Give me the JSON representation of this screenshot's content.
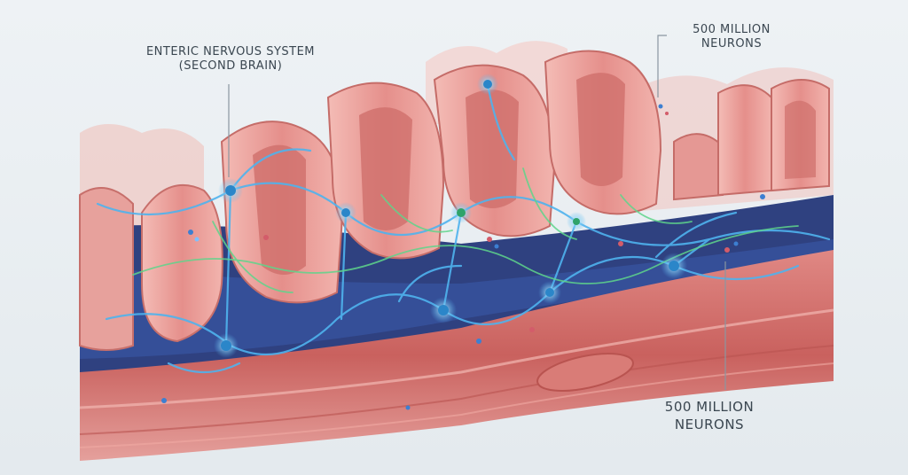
{
  "labels": {
    "top_left_line1": "ENTERIC NERVOUS SYSTEM",
    "top_left_line2": "(SECOND BRAIN)",
    "top_right_line1": "500 MILLION",
    "top_right_line2": "NEURONS",
    "bottom_right_line1": "500 MILLION",
    "bottom_right_line2": "NEURONS"
  },
  "colors": {
    "background": "#e9eef1",
    "tissue_pink": "#e99a98",
    "tissue_light": "#f5c4bf",
    "muscle_red": "#d0706c",
    "lumen_blue": "#2e3f7a",
    "neuron_blue": "#4fb3ee",
    "neuron_green": "#5fd58b"
  },
  "icons": [
    "neuron-cell",
    "intestinal-villus",
    "muscle-layer"
  ]
}
